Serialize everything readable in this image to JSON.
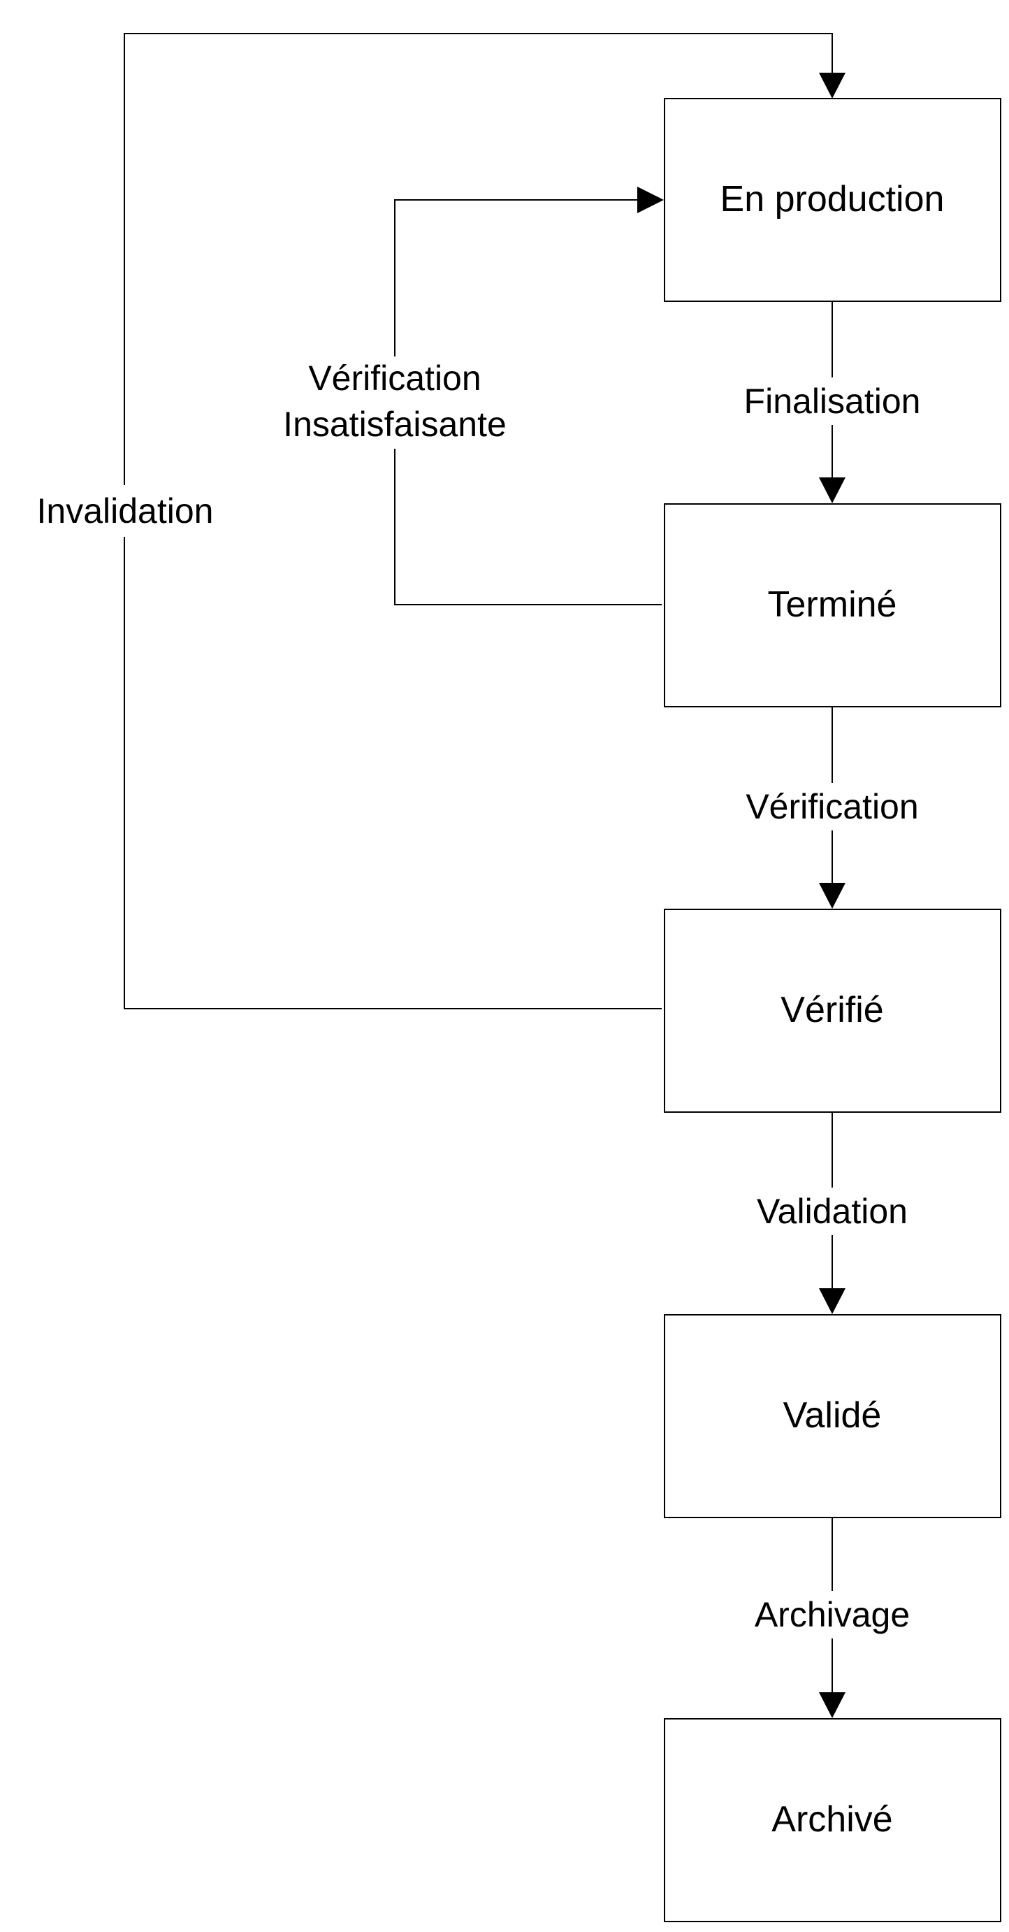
{
  "states": {
    "en_production": "En production",
    "termine": "Terminé",
    "verifie": "Vérifié",
    "valide": "Validé",
    "archive": "Archivé"
  },
  "transitions": {
    "finalisation": "Finalisation",
    "verification": "Vérification",
    "validation": "Validation",
    "archivage": "Archivage",
    "verification_insatisfaisante_line1": "Vérification",
    "verification_insatisfaisante_line2": "Insatisfaisante",
    "invalidation": "Invalidation"
  },
  "colors": {
    "stroke": "#000000",
    "background": "#ffffff"
  }
}
